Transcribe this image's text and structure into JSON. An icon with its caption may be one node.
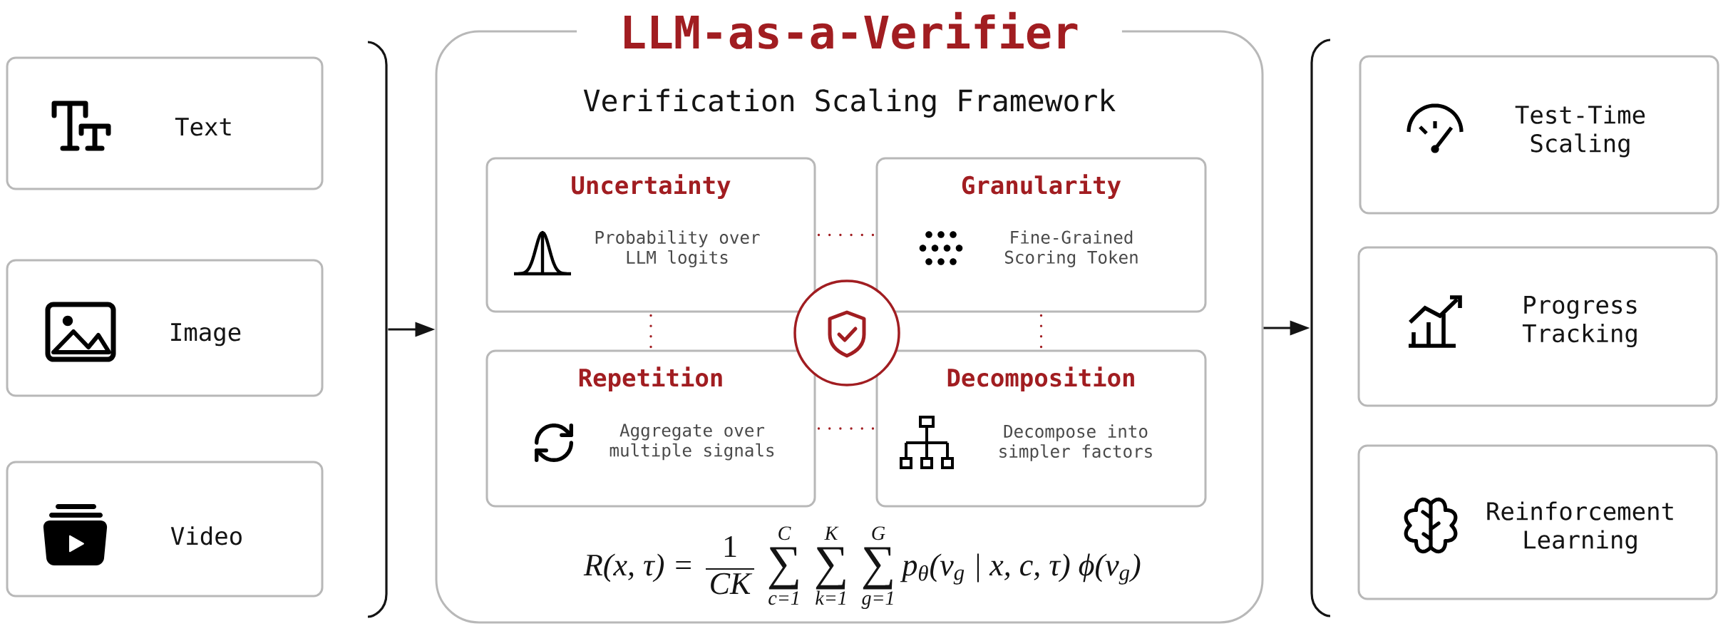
{
  "diagram": {
    "nodes": [
      {
        "text": [
          "Text"
        ]
      },
      {
        "text": [
          "Image"
        ]
      },
      {
        "text": [
          "Video"
        ]
      },
      {
        "text": [],
        "shape": "bracket"
      },
      {
        "text": [
          "LLM-as-a-Verifier",
          "Verification Scaling Framework"
        ]
      },
      {
        "text": [
          "Uncertainty",
          "Probability over LLM logits"
        ],
        "in": 4
      },
      {
        "text": [
          "Granularity",
          "Fine-Grained Scoring Token"
        ],
        "in": 4
      },
      {
        "text": [
          "Repetition",
          "Aggregate over multiple signals"
        ],
        "in": 4
      },
      {
        "text": [
          "Decomposition",
          "Decompose into simpler factors"
        ],
        "in": 4
      },
      {
        "text": [],
        "shape": "bracket"
      },
      {
        "text": [
          "Test-Time Scaling"
        ]
      },
      {
        "text": [
          "Progress Tracking"
        ]
      },
      {
        "text": [
          "Reinforcement Learning"
        ]
      }
    ],
    "edges": [
      {
        "from": 3,
        "to": 4,
        "arrow": "to",
        "color": "#141414"
      },
      {
        "from": 4,
        "to": 9,
        "arrow": "to",
        "color": "#141414"
      },
      {
        "from": 5,
        "to": 6,
        "arrow": "none",
        "style": "dashed",
        "color": "#a11d21"
      },
      {
        "from": 5,
        "to": 7,
        "arrow": "none",
        "style": "dashed",
        "color": "#a11d21"
      },
      {
        "from": 6,
        "to": 8,
        "arrow": "none",
        "style": "dashed",
        "color": "#a11d21"
      },
      {
        "from": 7,
        "to": 8,
        "arrow": "none",
        "style": "dashed",
        "color": "#a11d21"
      }
    ],
    "labels": [
      "R(x, τ) =",
      "1",
      "CK",
      "C",
      "∑",
      "c=1",
      "K",
      "∑",
      "k=1",
      "G",
      "∑",
      "g=1",
      "p$_{θ}$(v$_{g}$ | x, c, τ) ϕ(v$_{g}$)"
    ]
  }
}
